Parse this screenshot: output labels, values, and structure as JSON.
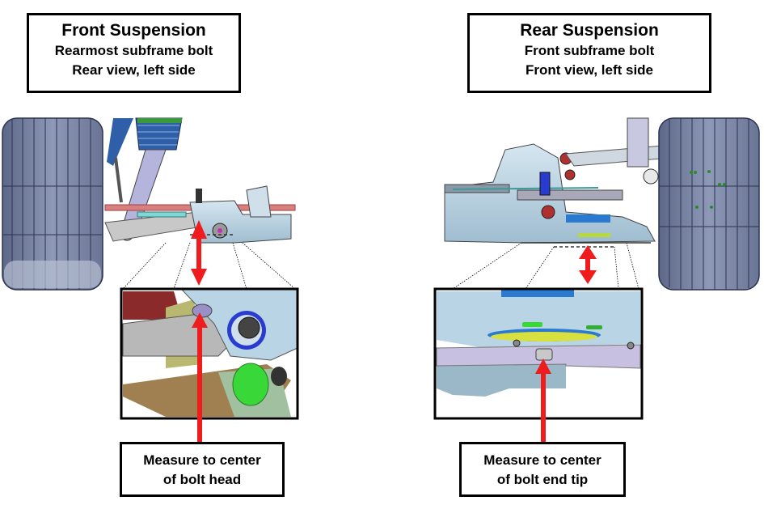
{
  "front": {
    "title": "Front Suspension",
    "line1": "Rearmost subframe bolt",
    "line2": "Rear view, left side",
    "callout_line1": "Measure to center",
    "callout_line2": "of bolt head"
  },
  "rear": {
    "title": "Rear Suspension",
    "line1": "Front subframe bolt",
    "line2": "Front view, left side",
    "callout_line1": "Measure to center",
    "callout_line2": "of bolt end tip"
  },
  "colors": {
    "arrow": "#ee1c1c",
    "tire": "#7f8aa8",
    "subframe": "#b9d4e4",
    "bushing_blue": "#2a3cd0",
    "bushing_green": "#38d838"
  }
}
